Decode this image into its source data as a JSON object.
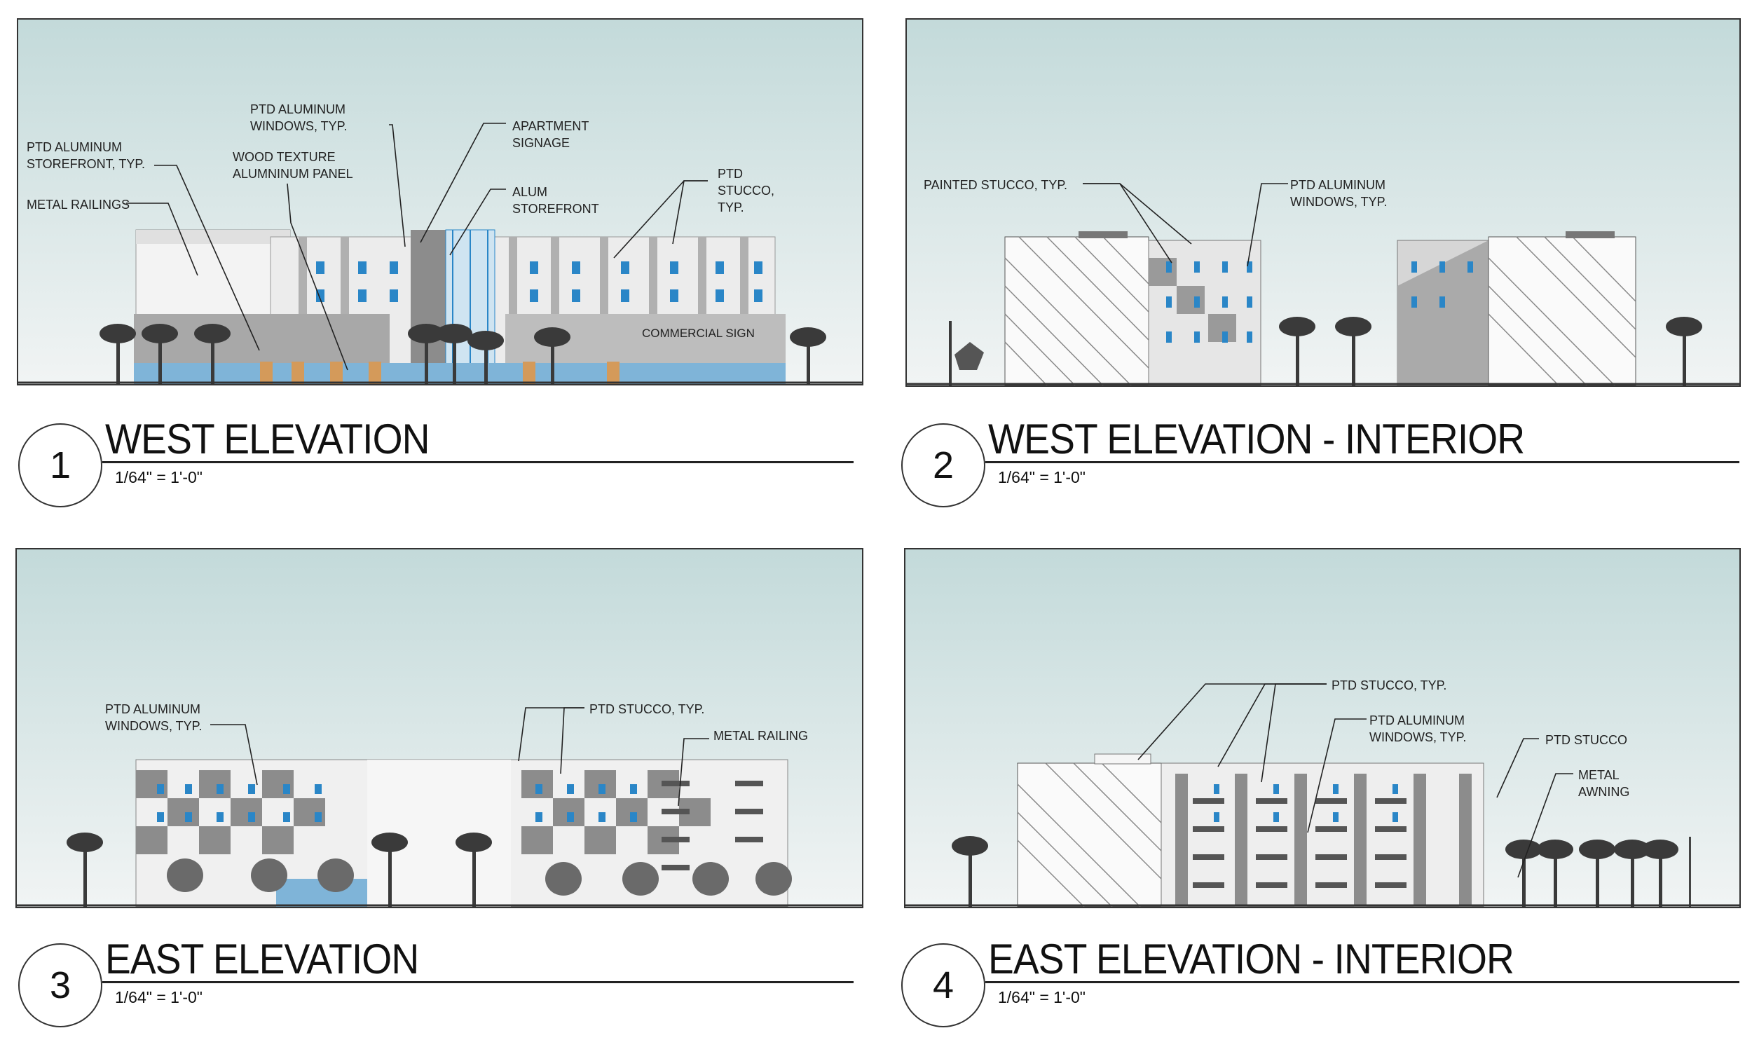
{
  "panels": [
    {
      "number": "1",
      "title": "WEST ELEVATION",
      "scale": "1/64\" = 1'-0\"",
      "notes": [
        "PTD ALUMINUM\nSTOREFRONT, TYP.",
        "METAL RAILINGS",
        "WOOD TEXTURE\nALUMNINUM PANEL",
        "PTD ALUMINUM\nWINDOWS, TYP.",
        "APARTMENT\nSIGNAGE",
        "ALUM\nSTOREFRONT",
        "PTD\nSTUCCO,\nTYP."
      ],
      "sign": "COMMERCIAL SIGN"
    },
    {
      "number": "2",
      "title": "WEST ELEVATION - INTERIOR",
      "scale": "1/64\" = 1'-0\"",
      "notes": [
        "PAINTED STUCCO, TYP.",
        "PTD ALUMINUM\nWINDOWS, TYP."
      ]
    },
    {
      "number": "3",
      "title": "EAST ELEVATION",
      "scale": "1/64\" = 1'-0\"",
      "notes": [
        "PTD ALUMINUM\nWINDOWS, TYP.",
        "PTD STUCCO, TYP.",
        "METAL RAILING"
      ]
    },
    {
      "number": "4",
      "title": "EAST ELEVATION - INTERIOR",
      "scale": "1/64\" = 1'-0\"",
      "notes": [
        "PTD STUCCO, TYP.",
        "PTD ALUMINUM\nWINDOWS, TYP.",
        "PTD STUCCO",
        "METAL\nAWNING"
      ]
    }
  ],
  "colors": {
    "sky_top": "#c3dada",
    "sky_bottom": "#f1f4f4",
    "stucco_dark": "#8c8c8c",
    "stucco_mid": "#c4c4c4",
    "stucco_light": "#f5f5f5",
    "glass": "#2a86c7",
    "wood": "#d49a5a",
    "palm": "#3a3a3a"
  }
}
